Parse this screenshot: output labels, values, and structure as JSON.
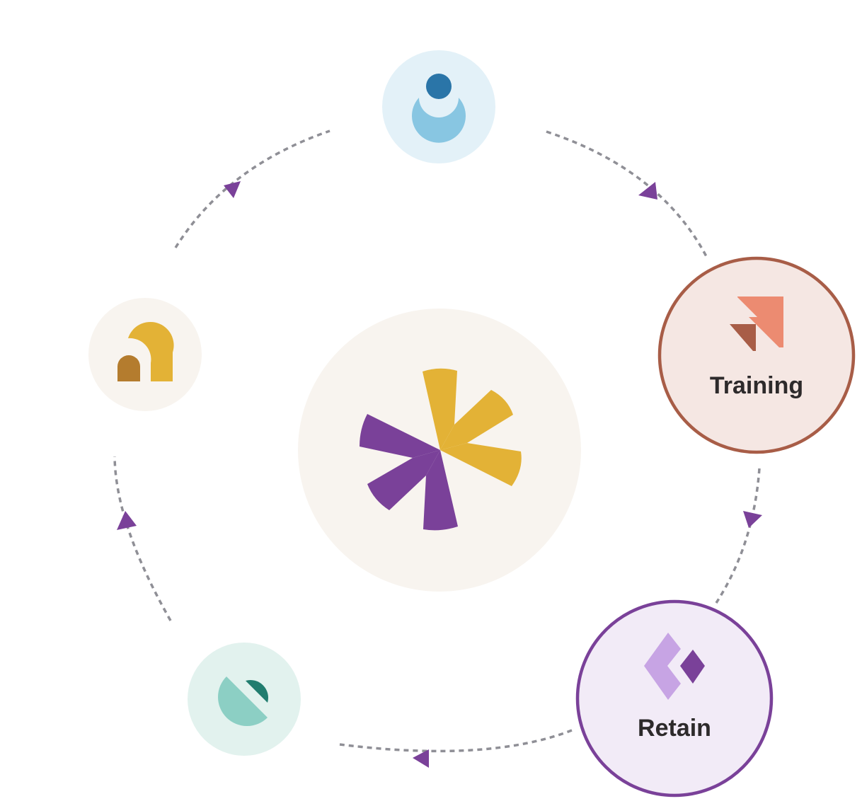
{
  "diagram": {
    "center": {
      "icon": "asterisk-logo-icon"
    },
    "nodes": [
      {
        "id": "top",
        "icon": "person-icon",
        "label": ""
      },
      {
        "id": "training",
        "icon": "arrow-up-right-icon",
        "label": "Training"
      },
      {
        "id": "retain",
        "icon": "diamond-icon",
        "label": "Retain"
      },
      {
        "id": "bottom-left",
        "icon": "split-circle-icon",
        "label": ""
      },
      {
        "id": "left",
        "icon": "arch-icon",
        "label": ""
      }
    ],
    "cycle_direction": "clockwise"
  },
  "colors": {
    "purple": "#7a4199",
    "gold": "#e3b236",
    "connector": "#8f8f96",
    "training_border": "#a85d47",
    "training_fill": "#f5e7e3",
    "retain_border": "#7a4199",
    "retain_fill": "#f2ebf7",
    "center_bg": "#f8f4ef"
  }
}
